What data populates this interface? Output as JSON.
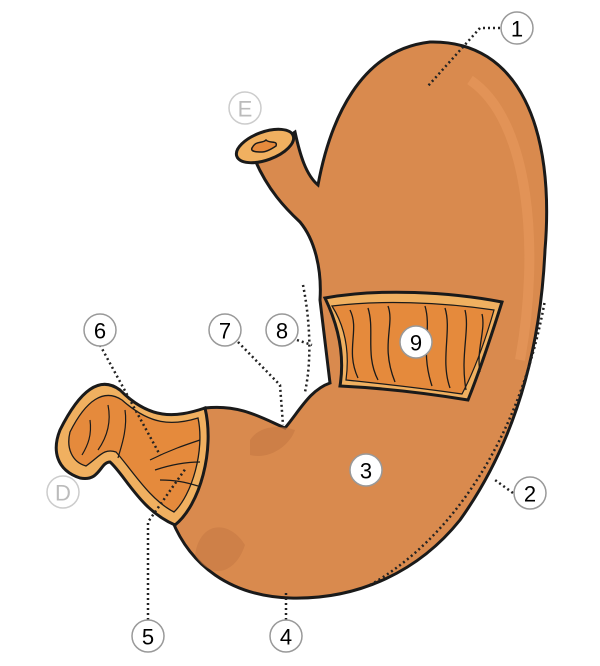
{
  "title": "Stomach anatomy diagram",
  "colors": {
    "stomach": "#d98a4e",
    "shadow": "#c77a44",
    "mucosa": "#e58a3c",
    "rim": "#f0b060",
    "outline": "#1a1a1a",
    "ghost": "#bbbbbb"
  },
  "labels": {
    "l1": "1",
    "l2": "2",
    "l3": "3",
    "l4": "4",
    "l5": "5",
    "l6": "6",
    "l7": "7",
    "l8": "8",
    "l9": "9",
    "esophagus": "E",
    "duodenum": "D"
  }
}
